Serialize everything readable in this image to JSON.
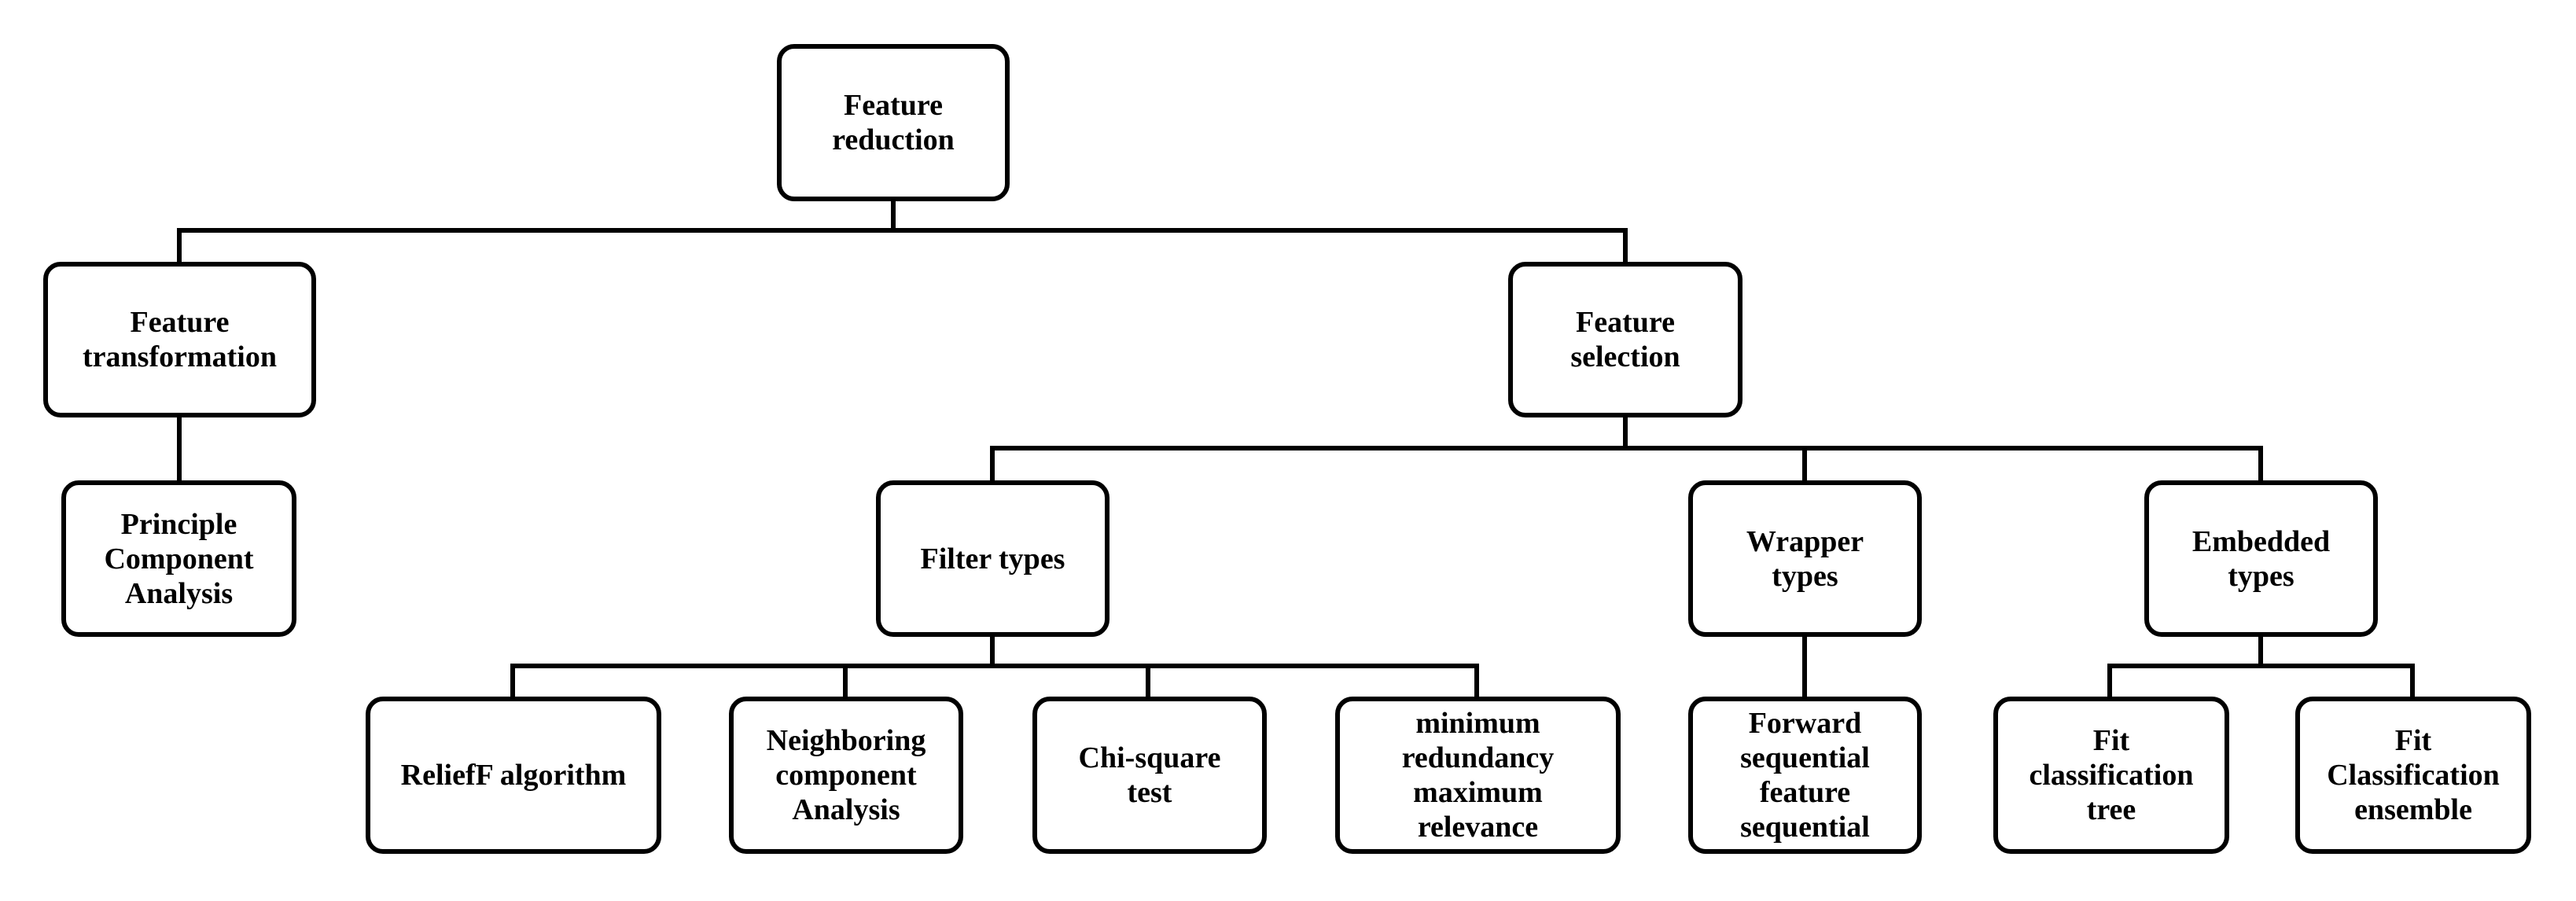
{
  "diagram": {
    "root": {
      "label": "Feature\nreduction"
    },
    "feature_transformation": {
      "label": "Feature\ntransformation"
    },
    "feature_selection": {
      "label": "Feature\nselection"
    },
    "pca": {
      "label": "Principle\nComponent\nAnalysis"
    },
    "filter_types": {
      "label": "Filter types"
    },
    "wrapper_types": {
      "label": "Wrapper\ntypes"
    },
    "embedded_types": {
      "label": "Embedded\ntypes"
    },
    "relieff": {
      "label": "ReliefF algorithm"
    },
    "nca": {
      "label": "Neighboring\ncomponent\nAnalysis"
    },
    "chi_square": {
      "label": "Chi-square\ntest"
    },
    "mrmr": {
      "label": "minimum\nredundancy\nmaximum\nrelevance"
    },
    "forward_sequential": {
      "label": "Forward\nsequential\nfeature\nsequential"
    },
    "fit_tree": {
      "label": "Fit\nclassification\ntree"
    },
    "fit_ensemble": {
      "label": "Fit\nClassification\nensemble"
    }
  }
}
